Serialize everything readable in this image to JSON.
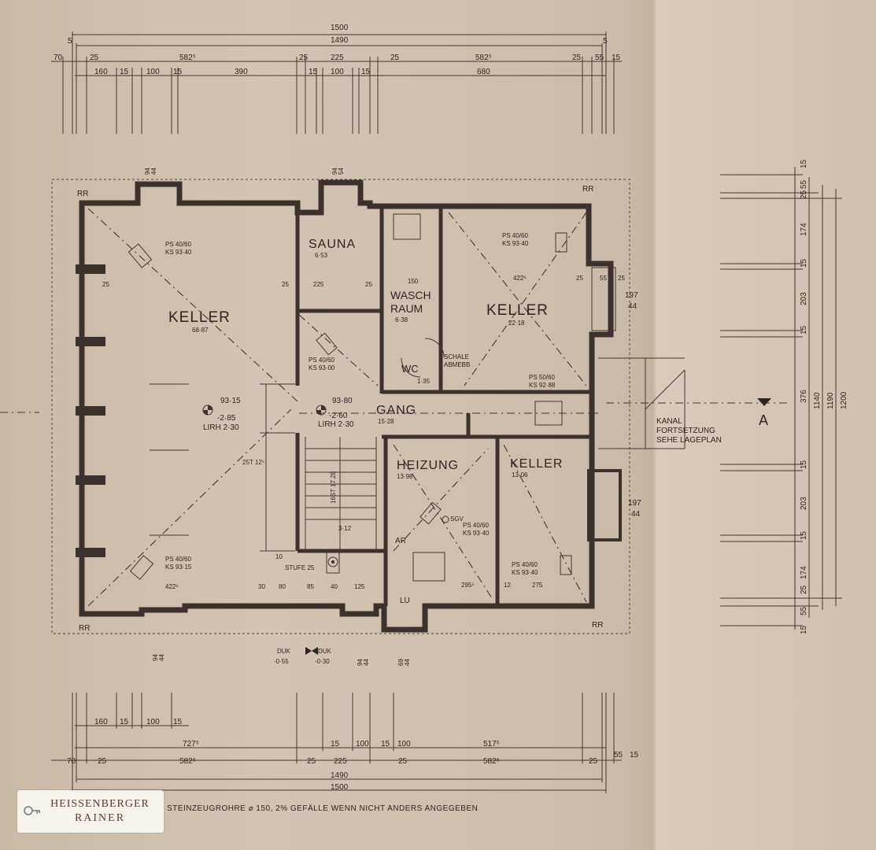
{
  "rooms": {
    "keller_left": {
      "name": "KELLER",
      "area": "68·87"
    },
    "sauna": {
      "name": "SAUNA",
      "area": "6·53"
    },
    "waschraum_1": "WASCH",
    "waschraum_2": "RAUM",
    "waschraum_area": "6·38",
    "keller_right": {
      "name": "KELLER",
      "area": "22·18"
    },
    "gang": {
      "name": "GANG",
      "area": "15·28"
    },
    "heizung": {
      "name": "HEIZUNG",
      "area": "13·98"
    },
    "keller_small": {
      "name": "KELLER",
      "area": "13·06"
    },
    "wc": {
      "name": "WC",
      "area": "1·35"
    }
  },
  "annotations": {
    "ps_left_top": "PS 40/60",
    "ks_left_top": "KS 93·40",
    "ps_left_bottom": "PS 40/60",
    "ks_left_bottom": "KS 93·15",
    "ps_mid": "PS 40/60",
    "ks_mid": "KS 93·00",
    "ps_right_top": "PS 40/60",
    "ks_right_top": "KS 93·40",
    "ps_right_mid": "PS 50/60",
    "ks_right_mid": "KS 92·88",
    "ps_heiz": "PS 40/60",
    "ks_heiz": "KS 93·40",
    "ps_small": "PS 40/60",
    "ks_small": "KS 93·40",
    "level_left_1": "93·15",
    "level_left_2": "-2·85",
    "lirh_left": "LIRH 2·30",
    "level_gang_1": "93·80",
    "level_gang_2": "-2·60",
    "lirh_gang": "LIRH 2·30",
    "schale": "SCHALE",
    "abmebb": "ABMEBB",
    "sgv": "SGV",
    "ar": "AR",
    "lu": "LU",
    "rr": "RR",
    "stufe": "STUFE 25",
    "stairs": "16ST 17.28",
    "stairs_2": "3·12",
    "stair_cut": "25T 12⁵",
    "duk1_label": "DUK",
    "duk1_value": "-0·55",
    "duk2_label": "DUK",
    "duk2_value": "-0·30",
    "kanal_1": "KANAL",
    "kanal_2": "FORTSETZUNG",
    "kanal_3": "SEHE LAGEPLAN",
    "section": "A",
    "footer": "STEINZEUGROHRE ⌀ 150, 2% GEFÄLLE WENN NICHT ANDERS ANGEGEBEN",
    "win_right_1a": "197",
    "win_right_1b": "44",
    "win_right_2a": "197",
    "win_right_2b": "44",
    "win_top_1a": "94",
    "win_top_1b": "44",
    "win_top_2a": "94",
    "win_top_2b": "54",
    "win_bot_1a": "94",
    "win_bot_1b": "44",
    "win_bot_2a": "94",
    "win_bot_2b": "44",
    "win_bot_3a": "69",
    "win_bot_3b": "44"
  },
  "dimensions": {
    "top_row1": [
      "1500"
    ],
    "top_row2": [
      "5",
      "1490",
      "5"
    ],
    "top_row3": [
      "70",
      "25",
      "582⁵",
      "25",
      "225",
      "25",
      "582⁵",
      "25",
      "55",
      "15"
    ],
    "top_row4": [
      "160",
      "15",
      "100",
      "15",
      "390",
      "15",
      "100",
      "15",
      "680"
    ],
    "bottom_row1": [
      "160",
      "15",
      "100",
      "15"
    ],
    "bottom_row2": [
      "727⁵",
      "15",
      "100",
      "15",
      "100",
      "517⁵"
    ],
    "bottom_row3": [
      "70",
      "25",
      "582⁵",
      "25",
      "225",
      "25",
      "582⁵",
      "25",
      "55",
      "15"
    ],
    "bottom_row4": [
      "1490"
    ],
    "bottom_row5": [
      "1500"
    ],
    "right_col": [
      "15",
      "55",
      "25",
      "174",
      "15",
      "203",
      "15",
      "376",
      "15",
      "203",
      "15",
      "174",
      "25",
      "55",
      "15"
    ],
    "right_totals": [
      "1140",
      "1190",
      "1200"
    ],
    "interior": [
      "25",
      "25",
      "225",
      "25",
      "150",
      "422⁵",
      "25",
      "55",
      "25",
      "422⁵",
      "295⁵",
      "275",
      "30",
      "80",
      "85",
      "40",
      "125",
      "10",
      "12"
    ]
  },
  "logo": {
    "line1": "HEISSENBERGER",
    "line2": "RAINER"
  }
}
